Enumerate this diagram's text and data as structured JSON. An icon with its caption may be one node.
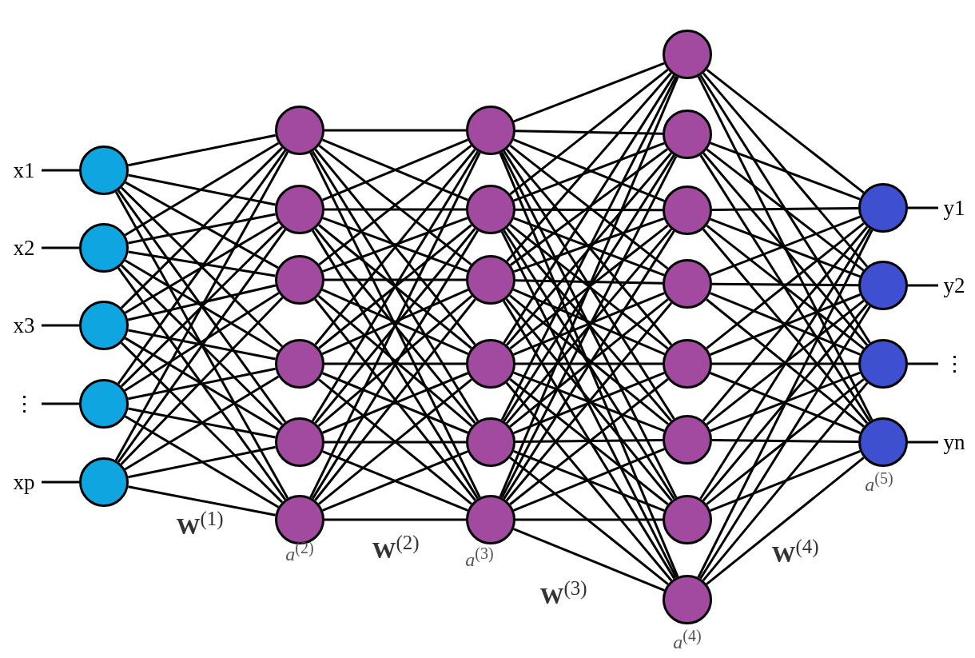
{
  "diagram": {
    "nodes": [
      {
        "text": [
          "x1"
        ]
      },
      {
        "text": [
          "x2"
        ]
      },
      {
        "text": [
          "x3"
        ]
      },
      {
        "text": [
          "⋮"
        ]
      },
      {
        "text": [
          "xp"
        ]
      },
      {
        "text": [],
        "shape": "circle"
      },
      {
        "text": [],
        "shape": "circle"
      },
      {
        "text": [],
        "shape": "circle"
      },
      {
        "text": [],
        "shape": "circle"
      },
      {
        "text": [],
        "shape": "circle"
      },
      {
        "text": [],
        "shape": "circle"
      },
      {
        "text": [],
        "shape": "circle"
      },
      {
        "text": [],
        "shape": "circle"
      },
      {
        "text": [],
        "shape": "circle"
      },
      {
        "text": [],
        "shape": "circle"
      },
      {
        "text": [],
        "shape": "circle"
      },
      {
        "text": [],
        "shape": "circle"
      },
      {
        "text": [],
        "shape": "circle"
      },
      {
        "text": [],
        "shape": "circle"
      },
      {
        "text": [],
        "shape": "circle"
      },
      {
        "text": [],
        "shape": "circle"
      },
      {
        "text": [],
        "shape": "circle"
      },
      {
        "text": [],
        "shape": "circle"
      },
      {
        "text": [],
        "shape": "circle"
      },
      {
        "text": [],
        "shape": "circle"
      },
      {
        "text": [],
        "shape": "circle"
      },
      {
        "text": [],
        "shape": "circle"
      },
      {
        "text": [],
        "shape": "circle"
      },
      {
        "text": [],
        "shape": "circle"
      },
      {
        "text": [],
        "shape": "circle"
      },
      {
        "text": [],
        "shape": "circle"
      },
      {
        "text": [],
        "shape": "circle"
      },
      {
        "text": [],
        "shape": "circle"
      },
      {
        "text": [],
        "shape": "circle"
      },
      {
        "text": [
          "y1"
        ]
      },
      {
        "text": [
          "y2"
        ]
      },
      {
        "text": [
          "⋮"
        ]
      },
      {
        "text": [
          "yn"
        ]
      }
    ],
    "edges": [
      {
        "from": 0,
        "to": 5,
        "arrow": "none"
      },
      {
        "from": 1,
        "to": 6,
        "arrow": "none"
      },
      {
        "from": 2,
        "to": 7,
        "arrow": "none"
      },
      {
        "from": 3,
        "to": 8,
        "arrow": "none"
      },
      {
        "from": 4,
        "to": 9,
        "arrow": "none"
      },
      {
        "from": 5,
        "to": 10,
        "arrow": "none"
      },
      {
        "from": 5,
        "to": 11,
        "arrow": "none"
      },
      {
        "from": 5,
        "to": 12,
        "arrow": "none"
      },
      {
        "from": 5,
        "to": 13,
        "arrow": "none"
      },
      {
        "from": 5,
        "to": 14,
        "arrow": "none"
      },
      {
        "from": 5,
        "to": 15,
        "arrow": "none"
      },
      {
        "from": 6,
        "to": 10,
        "arrow": "none"
      },
      {
        "from": 6,
        "to": 11,
        "arrow": "none"
      },
      {
        "from": 6,
        "to": 12,
        "arrow": "none"
      },
      {
        "from": 6,
        "to": 13,
        "arrow": "none"
      },
      {
        "from": 6,
        "to": 14,
        "arrow": "none"
      },
      {
        "from": 6,
        "to": 15,
        "arrow": "none"
      },
      {
        "from": 7,
        "to": 10,
        "arrow": "none"
      },
      {
        "from": 7,
        "to": 11,
        "arrow": "none"
      },
      {
        "from": 7,
        "to": 12,
        "arrow": "none"
      },
      {
        "from": 7,
        "to": 13,
        "arrow": "none"
      },
      {
        "from": 7,
        "to": 14,
        "arrow": "none"
      },
      {
        "from": 7,
        "to": 15,
        "arrow": "none"
      },
      {
        "from": 8,
        "to": 10,
        "arrow": "none"
      },
      {
        "from": 8,
        "to": 11,
        "arrow": "none"
      },
      {
        "from": 8,
        "to": 12,
        "arrow": "none"
      },
      {
        "from": 8,
        "to": 13,
        "arrow": "none"
      },
      {
        "from": 8,
        "to": 14,
        "arrow": "none"
      },
      {
        "from": 8,
        "to": 15,
        "arrow": "none"
      },
      {
        "from": 9,
        "to": 10,
        "arrow": "none"
      },
      {
        "from": 9,
        "to": 11,
        "arrow": "none"
      },
      {
        "from": 9,
        "to": 12,
        "arrow": "none"
      },
      {
        "from": 9,
        "to": 13,
        "arrow": "none"
      },
      {
        "from": 9,
        "to": 14,
        "arrow": "none"
      },
      {
        "from": 9,
        "to": 15,
        "arrow": "none"
      },
      {
        "from": 10,
        "to": 16,
        "arrow": "none"
      },
      {
        "from": 10,
        "to": 17,
        "arrow": "none"
      },
      {
        "from": 10,
        "to": 18,
        "arrow": "none"
      },
      {
        "from": 10,
        "to": 19,
        "arrow": "none"
      },
      {
        "from": 10,
        "to": 20,
        "arrow": "none"
      },
      {
        "from": 10,
        "to": 21,
        "arrow": "none"
      },
      {
        "from": 11,
        "to": 16,
        "arrow": "none"
      },
      {
        "from": 11,
        "to": 17,
        "arrow": "none"
      },
      {
        "from": 11,
        "to": 18,
        "arrow": "none"
      },
      {
        "from": 11,
        "to": 19,
        "arrow": "none"
      },
      {
        "from": 11,
        "to": 20,
        "arrow": "none"
      },
      {
        "from": 11,
        "to": 21,
        "arrow": "none"
      },
      {
        "from": 12,
        "to": 16,
        "arrow": "none"
      },
      {
        "from": 12,
        "to": 17,
        "arrow": "none"
      },
      {
        "from": 12,
        "to": 18,
        "arrow": "none"
      },
      {
        "from": 12,
        "to": 19,
        "arrow": "none"
      },
      {
        "from": 12,
        "to": 20,
        "arrow": "none"
      },
      {
        "from": 12,
        "to": 21,
        "arrow": "none"
      },
      {
        "from": 13,
        "to": 16,
        "arrow": "none"
      },
      {
        "from": 13,
        "to": 17,
        "arrow": "none"
      },
      {
        "from": 13,
        "to": 18,
        "arrow": "none"
      },
      {
        "from": 13,
        "to": 19,
        "arrow": "none"
      },
      {
        "from": 13,
        "to": 20,
        "arrow": "none"
      },
      {
        "from": 13,
        "to": 21,
        "arrow": "none"
      },
      {
        "from": 14,
        "to": 16,
        "arrow": "none"
      },
      {
        "from": 14,
        "to": 17,
        "arrow": "none"
      },
      {
        "from": 14,
        "to": 18,
        "arrow": "none"
      },
      {
        "from": 14,
        "to": 19,
        "arrow": "none"
      },
      {
        "from": 14,
        "to": 20,
        "arrow": "none"
      },
      {
        "from": 14,
        "to": 21,
        "arrow": "none"
      },
      {
        "from": 15,
        "to": 16,
        "arrow": "none"
      },
      {
        "from": 15,
        "to": 17,
        "arrow": "none"
      },
      {
        "from": 15,
        "to": 18,
        "arrow": "none"
      },
      {
        "from": 15,
        "to": 19,
        "arrow": "none"
      },
      {
        "from": 15,
        "to": 20,
        "arrow": "none"
      },
      {
        "from": 15,
        "to": 21,
        "arrow": "none"
      },
      {
        "from": 16,
        "to": 22,
        "arrow": "none"
      },
      {
        "from": 16,
        "to": 23,
        "arrow": "none"
      },
      {
        "from": 16,
        "to": 24,
        "arrow": "none"
      },
      {
        "from": 16,
        "to": 25,
        "arrow": "none"
      },
      {
        "from": 16,
        "to": 26,
        "arrow": "none"
      },
      {
        "from": 16,
        "to": 27,
        "arrow": "none"
      },
      {
        "from": 16,
        "to": 28,
        "arrow": "none"
      },
      {
        "from": 16,
        "to": 29,
        "arrow": "none"
      },
      {
        "from": 17,
        "to": 22,
        "arrow": "none"
      },
      {
        "from": 17,
        "to": 23,
        "arrow": "none"
      },
      {
        "from": 17,
        "to": 24,
        "arrow": "none"
      },
      {
        "from": 17,
        "to": 25,
        "arrow": "none"
      },
      {
        "from": 17,
        "to": 26,
        "arrow": "none"
      },
      {
        "from": 17,
        "to": 27,
        "arrow": "none"
      },
      {
        "from": 17,
        "to": 28,
        "arrow": "none"
      },
      {
        "from": 17,
        "to": 29,
        "arrow": "none"
      },
      {
        "from": 18,
        "to": 22,
        "arrow": "none"
      },
      {
        "from": 18,
        "to": 23,
        "arrow": "none"
      },
      {
        "from": 18,
        "to": 24,
        "arrow": "none"
      },
      {
        "from": 18,
        "to": 25,
        "arrow": "none"
      },
      {
        "from": 18,
        "to": 26,
        "arrow": "none"
      },
      {
        "from": 18,
        "to": 27,
        "arrow": "none"
      },
      {
        "from": 18,
        "to": 28,
        "arrow": "none"
      },
      {
        "from": 18,
        "to": 29,
        "arrow": "none"
      },
      {
        "from": 19,
        "to": 22,
        "arrow": "none"
      },
      {
        "from": 19,
        "to": 23,
        "arrow": "none"
      },
      {
        "from": 19,
        "to": 24,
        "arrow": "none"
      },
      {
        "from": 19,
        "to": 25,
        "arrow": "none"
      },
      {
        "from": 19,
        "to": 26,
        "arrow": "none"
      },
      {
        "from": 19,
        "to": 27,
        "arrow": "none"
      },
      {
        "from": 19,
        "to": 28,
        "arrow": "none"
      },
      {
        "from": 19,
        "to": 29,
        "arrow": "none"
      },
      {
        "from": 20,
        "to": 22,
        "arrow": "none"
      },
      {
        "from": 20,
        "to": 23,
        "arrow": "none"
      },
      {
        "from": 20,
        "to": 24,
        "arrow": "none"
      },
      {
        "from": 20,
        "to": 25,
        "arrow": "none"
      },
      {
        "from": 20,
        "to": 26,
        "arrow": "none"
      },
      {
        "from": 20,
        "to": 27,
        "arrow": "none"
      },
      {
        "from": 20,
        "to": 28,
        "arrow": "none"
      },
      {
        "from": 20,
        "to": 29,
        "arrow": "none"
      },
      {
        "from": 21,
        "to": 22,
        "arrow": "none"
      },
      {
        "from": 21,
        "to": 23,
        "arrow": "none"
      },
      {
        "from": 21,
        "to": 24,
        "arrow": "none"
      },
      {
        "from": 21,
        "to": 25,
        "arrow": "none"
      },
      {
        "from": 21,
        "to": 26,
        "arrow": "none"
      },
      {
        "from": 21,
        "to": 27,
        "arrow": "none"
      },
      {
        "from": 21,
        "to": 28,
        "arrow": "none"
      },
      {
        "from": 21,
        "to": 29,
        "arrow": "none"
      },
      {
        "from": 22,
        "to": 30,
        "arrow": "none"
      },
      {
        "from": 22,
        "to": 31,
        "arrow": "none"
      },
      {
        "from": 22,
        "to": 32,
        "arrow": "none"
      },
      {
        "from": 22,
        "to": 33,
        "arrow": "none"
      },
      {
        "from": 23,
        "to": 30,
        "arrow": "none"
      },
      {
        "from": 23,
        "to": 31,
        "arrow": "none"
      },
      {
        "from": 23,
        "to": 32,
        "arrow": "none"
      },
      {
        "from": 23,
        "to": 33,
        "arrow": "none"
      },
      {
        "from": 24,
        "to": 30,
        "arrow": "none"
      },
      {
        "from": 24,
        "to": 31,
        "arrow": "none"
      },
      {
        "from": 24,
        "to": 32,
        "arrow": "none"
      },
      {
        "from": 24,
        "to": 33,
        "arrow": "none"
      },
      {
        "from": 25,
        "to": 30,
        "arrow": "none"
      },
      {
        "from": 25,
        "to": 31,
        "arrow": "none"
      },
      {
        "from": 25,
        "to": 32,
        "arrow": "none"
      },
      {
        "from": 25,
        "to": 33,
        "arrow": "none"
      },
      {
        "from": 26,
        "to": 30,
        "arrow": "none"
      },
      {
        "from": 26,
        "to": 31,
        "arrow": "none"
      },
      {
        "from": 26,
        "to": 32,
        "arrow": "none"
      },
      {
        "from": 26,
        "to": 33,
        "arrow": "none"
      },
      {
        "from": 27,
        "to": 30,
        "arrow": "none"
      },
      {
        "from": 27,
        "to": 31,
        "arrow": "none"
      },
      {
        "from": 27,
        "to": 32,
        "arrow": "none"
      },
      {
        "from": 27,
        "to": 33,
        "arrow": "none"
      },
      {
        "from": 28,
        "to": 30,
        "arrow": "none"
      },
      {
        "from": 28,
        "to": 31,
        "arrow": "none"
      },
      {
        "from": 28,
        "to": 32,
        "arrow": "none"
      },
      {
        "from": 28,
        "to": 33,
        "arrow": "none"
      },
      {
        "from": 29,
        "to": 30,
        "arrow": "none"
      },
      {
        "from": 29,
        "to": 31,
        "arrow": "none"
      },
      {
        "from": 29,
        "to": 32,
        "arrow": "none"
      },
      {
        "from": 29,
        "to": 33,
        "arrow": "none"
      },
      {
        "from": 30,
        "to": 34,
        "arrow": "none"
      },
      {
        "from": 31,
        "to": 35,
        "arrow": "none"
      },
      {
        "from": 32,
        "to": 36,
        "arrow": "none"
      },
      {
        "from": 33,
        "to": 37,
        "arrow": "none"
      }
    ],
    "labels": [
      "**W**$^{(1)}$",
      "*a*$^{(2)}$",
      "**W**$^{(2)}$",
      "*a*$^{(3)}$",
      "**W**$^{(3)}$",
      "*a*$^{(4)}$",
      "**W**$^{(4)}$",
      "*a*$^{(5)}$"
    ]
  }
}
